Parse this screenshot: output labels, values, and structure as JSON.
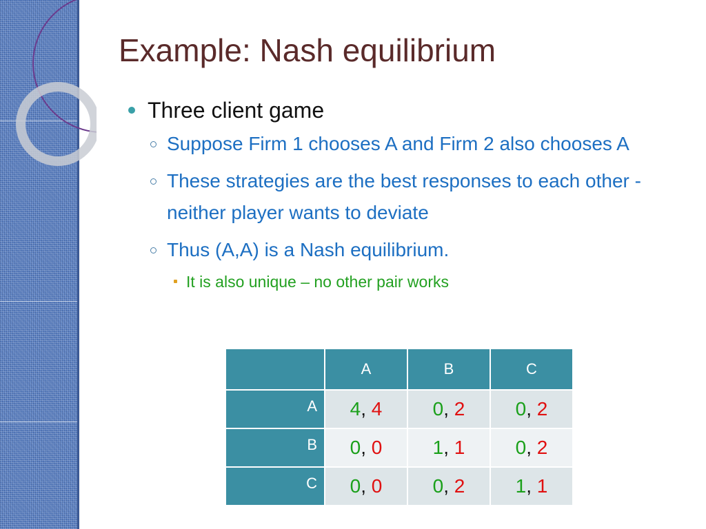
{
  "slide": {
    "title": "Example: Nash equilibrium"
  },
  "bullets": {
    "level1": "Three client game",
    "level2": [
      "Suppose Firm 1 chooses A and Firm 2 also chooses A",
      "These strategies are the best responses to each other - neither player wants to deviate",
      "Thus (A,A) is a Nash equilibrium."
    ],
    "level3": "It is also unique – no other pair works"
  },
  "table": {
    "columns": [
      "A",
      "B",
      "C"
    ],
    "rows": [
      {
        "label": "A",
        "cells": [
          {
            "p1": "4",
            "p2": "4"
          },
          {
            "p1": "0",
            "p2": "2"
          },
          {
            "p1": "0",
            "p2": "2"
          }
        ]
      },
      {
        "label": "B",
        "cells": [
          {
            "p1": "0",
            "p2": "0"
          },
          {
            "p1": "1",
            "p2": "1"
          },
          {
            "p1": "0",
            "p2": "2"
          }
        ]
      },
      {
        "label": "C",
        "cells": [
          {
            "p1": "0",
            "p2": "0"
          },
          {
            "p1": "0",
            "p2": "2"
          },
          {
            "p1": "1",
            "p2": "1"
          }
        ]
      }
    ],
    "separator": ",",
    "colors": {
      "header_bg": "#3b8fa3",
      "payoff_first": "#1aa01a",
      "payoff_second": "#e01010"
    }
  }
}
